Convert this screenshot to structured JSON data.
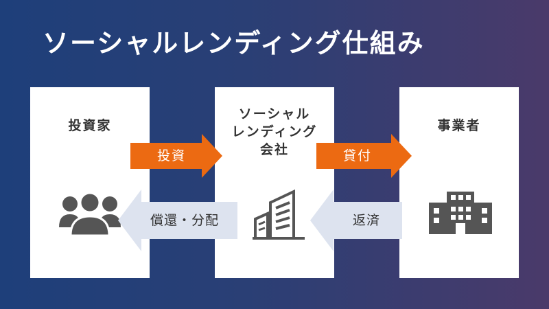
{
  "title": "ソーシャルレンディング仕組み",
  "boxes": {
    "investor": {
      "label": "投資家",
      "icon": "people-group-icon"
    },
    "company": {
      "label_line1": "ソーシャル",
      "label_line2": "レンディング",
      "label_line3": "会社",
      "icon": "buildings-icon"
    },
    "business": {
      "label": "事業者",
      "icon": "office-building-icon"
    }
  },
  "arrows": {
    "invest": {
      "label": "投資",
      "direction": "right"
    },
    "lend": {
      "label": "貸付",
      "direction": "right"
    },
    "repay_distribute": {
      "label": "償還・分配",
      "direction": "left"
    },
    "repay": {
      "label": "返済",
      "direction": "left"
    }
  },
  "colors": {
    "background_start": "#1e3f7a",
    "background_end": "#4a3a6a",
    "forward_arrow": "#ec6a12",
    "return_arrow": "#dde3ef",
    "icon": "#555555"
  }
}
